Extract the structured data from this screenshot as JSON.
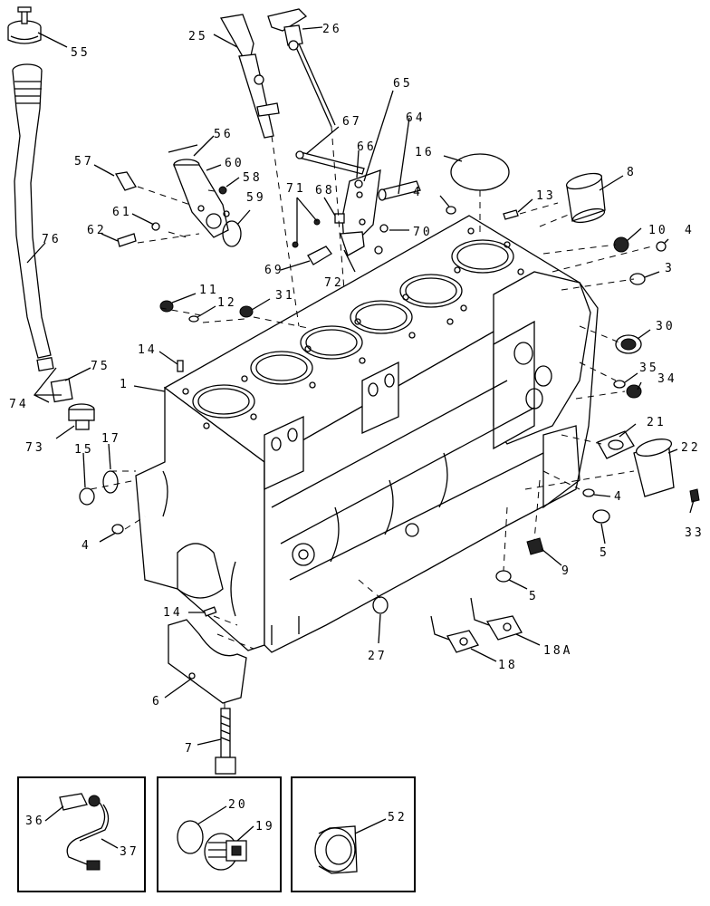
{
  "callouts": [
    {
      "id": "c55",
      "text": "55"
    },
    {
      "id": "c25",
      "text": "25"
    },
    {
      "id": "c26",
      "text": "26"
    },
    {
      "id": "c65",
      "text": "65"
    },
    {
      "id": "c64",
      "text": "64"
    },
    {
      "id": "c67",
      "text": "67"
    },
    {
      "id": "c56",
      "text": "56"
    },
    {
      "id": "c16",
      "text": "16"
    },
    {
      "id": "c8",
      "text": "8"
    },
    {
      "id": "c57",
      "text": "57"
    },
    {
      "id": "c60",
      "text": "60"
    },
    {
      "id": "c58",
      "text": "58"
    },
    {
      "id": "c66",
      "text": "66"
    },
    {
      "id": "c59",
      "text": "59"
    },
    {
      "id": "c71",
      "text": "71"
    },
    {
      "id": "c68",
      "text": "68"
    },
    {
      "id": "c4a",
      "text": "4"
    },
    {
      "id": "c13",
      "text": "13"
    },
    {
      "id": "c61",
      "text": "61"
    },
    {
      "id": "c62",
      "text": "62"
    },
    {
      "id": "c76",
      "text": "76"
    },
    {
      "id": "c70",
      "text": "70"
    },
    {
      "id": "c10",
      "text": "10"
    },
    {
      "id": "c4b",
      "text": "4"
    },
    {
      "id": "c69",
      "text": "69"
    },
    {
      "id": "c72",
      "text": "72"
    },
    {
      "id": "c3",
      "text": "3"
    },
    {
      "id": "c11",
      "text": "11"
    },
    {
      "id": "c31",
      "text": "31"
    },
    {
      "id": "c12",
      "text": "12"
    },
    {
      "id": "c30",
      "text": "30"
    },
    {
      "id": "c14a",
      "text": "14"
    },
    {
      "id": "c35",
      "text": "35"
    },
    {
      "id": "c34",
      "text": "34"
    },
    {
      "id": "c75",
      "text": "75"
    },
    {
      "id": "c1",
      "text": "1"
    },
    {
      "id": "c74",
      "text": "74"
    },
    {
      "id": "c21",
      "text": "21"
    },
    {
      "id": "c73",
      "text": "73"
    },
    {
      "id": "c15",
      "text": "15"
    },
    {
      "id": "c17",
      "text": "17"
    },
    {
      "id": "c22",
      "text": "22"
    },
    {
      "id": "c4c",
      "text": "4"
    },
    {
      "id": "c4d",
      "text": "4"
    },
    {
      "id": "c33",
      "text": "33"
    },
    {
      "id": "c5a",
      "text": "5"
    },
    {
      "id": "c9",
      "text": "9"
    },
    {
      "id": "c5b",
      "text": "5"
    },
    {
      "id": "c14b",
      "text": "14"
    },
    {
      "id": "c27",
      "text": "27"
    },
    {
      "id": "c18",
      "text": "18"
    },
    {
      "id": "c18a",
      "text": "18A"
    },
    {
      "id": "c6",
      "text": "6"
    },
    {
      "id": "c7",
      "text": "7"
    },
    {
      "id": "c36",
      "text": "36"
    },
    {
      "id": "c37",
      "text": "37"
    },
    {
      "id": "c20",
      "text": "20"
    },
    {
      "id": "c19",
      "text": "19"
    },
    {
      "id": "c52",
      "text": "52"
    }
  ]
}
